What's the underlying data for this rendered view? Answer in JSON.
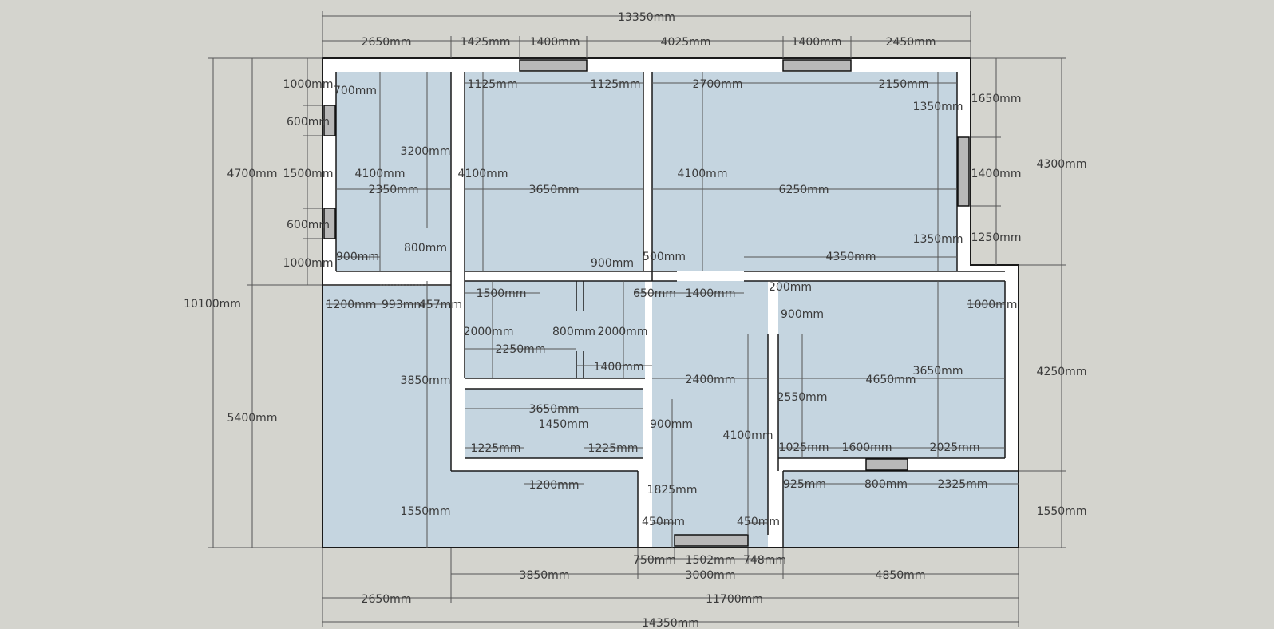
{
  "colors": {
    "background": "#d4d4ce",
    "floor": "#c5d5e0",
    "wall": "#ffffff",
    "outline": "#1a1a1a",
    "window": "#b8b8b8",
    "dimension_text": "#3a3a3a"
  },
  "dimensions": {
    "top_overall": "13350mm",
    "top_2650": "2650mm",
    "top_1425": "1425mm",
    "top_1400a": "1400mm",
    "top_4025": "4025mm",
    "top_1400b": "1400mm",
    "top_2450": "2450mm",
    "left_10100": "10100mm",
    "left_4700": "4700mm",
    "left_5400": "5400mm",
    "lw_1000a": "1000mm",
    "lw_600a": "600mm",
    "lw_1500": "1500mm",
    "lw_600b": "600mm",
    "lw_1000b": "1000mm",
    "right_4300": "4300mm",
    "right_1650": "1650mm",
    "right_1400": "1400mm",
    "right_1250": "1250mm",
    "right_4250": "4250mm",
    "right_1550": "1550mm",
    "bottom_750": "750mm",
    "bottom_1502": "1502mm",
    "bottom_748": "748mm",
    "bottom_3850": "3850mm",
    "bottom_3000": "3000mm",
    "bottom_4850": "4850mm",
    "bottom_2650": "2650mm",
    "bottom_11700": "11700mm",
    "bottom_14350": "14350mm",
    "i_700": "700mm",
    "i_4100a": "4100mm",
    "i_3200": "3200mm",
    "i_2350": "2350mm",
    "i_900a": "900mm",
    "i_800a": "800mm",
    "i_1125a": "1125mm",
    "i_1125b": "1125mm",
    "i_4100b": "4100mm",
    "i_3650a": "3650mm",
    "i_2700": "2700mm",
    "i_2150": "2150mm",
    "i_1350a": "1350mm",
    "i_4100c": "4100mm",
    "i_6250": "6250mm",
    "i_1350b": "1350mm",
    "i_4350": "4350mm",
    "i_900b": "900mm",
    "i_500": "500mm",
    "i_1500": "1500mm",
    "i_650": "650mm",
    "i_1400a": "1400mm",
    "i_200": "200mm",
    "i_1200a": "1200mm",
    "i_993": "993mm",
    "i_457": "457mm",
    "i_1000": "1000mm",
    "i_900c": "900mm",
    "i_2000a": "2000mm",
    "i_800b": "800mm",
    "i_2000b": "2000mm",
    "i_2250": "2250mm",
    "i_1400b": "1400mm",
    "i_3850": "3850mm",
    "i_2400": "2400mm",
    "i_4650": "4650mm",
    "i_3650b": "3650mm",
    "i_2550": "2550mm",
    "i_3650c": "3650mm",
    "i_1450": "1450mm",
    "i_900d": "900mm",
    "i_4100d": "4100mm",
    "i_1225a": "1225mm",
    "i_1225b": "1225mm",
    "i_1025": "1025mm",
    "i_1600": "1600mm",
    "i_2025": "2025mm",
    "i_1200b": "1200mm",
    "i_1825": "1825mm",
    "i_925": "925mm",
    "i_800c": "800mm",
    "i_2325": "2325mm",
    "i_1550": "1550mm",
    "i_450a": "450mm",
    "i_450b": "450mm"
  }
}
